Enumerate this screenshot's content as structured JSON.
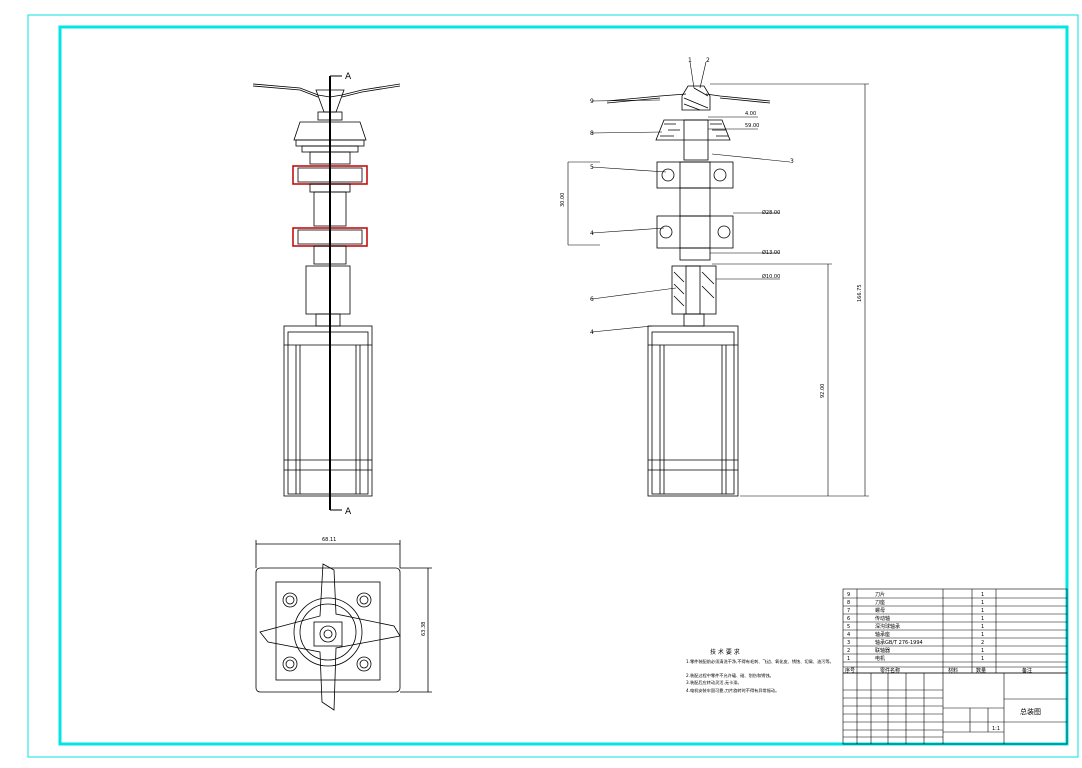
{
  "section_mark": "A",
  "dimensions": {
    "d1": "4.00",
    "d2": "59.00",
    "d3": "30.00",
    "d4": "Ø28.00",
    "d5": "Ø13.00",
    "d6": "Ø10.00",
    "d7": "92.00",
    "d8": "166.75",
    "d9": "68.11",
    "d10": "63.38"
  },
  "balloons": [
    "1",
    "2",
    "9",
    "8",
    "3",
    "5",
    "4",
    "6",
    "4"
  ],
  "tech_req": {
    "title": "技 术 要 求",
    "lines": [
      "1.零件装配前必须清洗干净,不得有毛刺、飞边、氧化皮、锈蚀、切屑、油污等。",
      "2.装配过程中零件不允许磕、碰、划伤和锈蚀。",
      "3.装配后应转动灵活,无卡滞。",
      "4.电机安装牢固可靠,刀片旋转时不得有异常振动。"
    ]
  },
  "bom": {
    "rows": [
      {
        "no": "9",
        "name": "刀片",
        "qty": "1"
      },
      {
        "no": "8",
        "name": "刀座",
        "qty": "1"
      },
      {
        "no": "7",
        "name": "螺母",
        "qty": "1"
      },
      {
        "no": "6",
        "name": "传动轴",
        "qty": "1"
      },
      {
        "no": "5",
        "name": "深沟球轴承",
        "qty": "1"
      },
      {
        "no": "4",
        "name": "轴承座",
        "qty": "1"
      },
      {
        "no": "3",
        "name": "轴承GB/T 276-1994",
        "qty": "2"
      },
      {
        "no": "2",
        "name": "联轴器",
        "qty": "1"
      },
      {
        "no": "1",
        "name": "电机",
        "qty": "1"
      }
    ],
    "headers": [
      "序号",
      "零件名称",
      "材料",
      "数量",
      "备注"
    ]
  },
  "title_block": {
    "title": "总装图",
    "scale": "1:1"
  }
}
